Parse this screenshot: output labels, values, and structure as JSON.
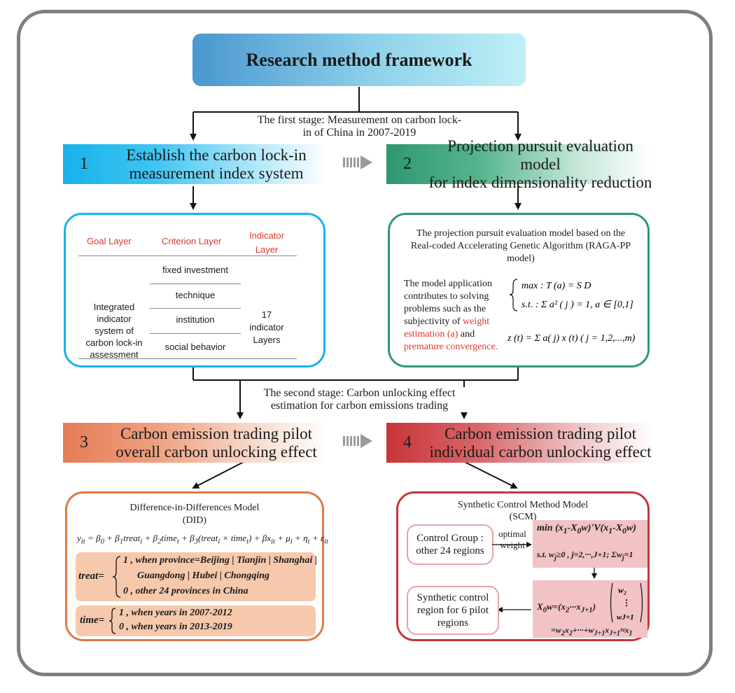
{
  "title": "Research method framework",
  "stage1": {
    "line1": "The first stage: Measurement on carbon lock-",
    "line2": "in of China in 2007-2019"
  },
  "stage2": {
    "line1": "The second stage: Carbon unlocking effect",
    "line2": "estimation for carbon emissions trading"
  },
  "steps": [
    {
      "num": "1",
      "line1": "Establish the carbon lock-in",
      "line2": "measurement index system"
    },
    {
      "num": "2",
      "line1": "Projection pursuit evaluation model",
      "line2": "for index dimensionality reduction"
    },
    {
      "num": "3",
      "line1": "Carbon emission trading pilot",
      "line2": "overall carbon unlocking effect"
    },
    {
      "num": "4",
      "line1": "Carbon emission trading pilot",
      "line2": "individual carbon unlocking effect"
    }
  ],
  "panel1": {
    "headers": {
      "goal": "Goal Layer",
      "criterion": "Criterion Layer",
      "indicator_l1": "Indicator",
      "indicator_l2": "Layer"
    },
    "goal_lines": [
      "Integrated",
      "indicator",
      "system of",
      "carbon lock-in",
      "assessment"
    ],
    "criteria": [
      "fixed investment",
      "technique",
      "institution",
      "social behavior"
    ],
    "indicator_lines": [
      "17",
      "indicator",
      "Layers"
    ]
  },
  "panel2": {
    "title_l1": "The projection pursuit evaluation model based on the",
    "title_l2": "Real-coded Accelerating Genetic Algorithm (RAGA-PP",
    "title_l3": "model)",
    "desc_l1": "The model application",
    "desc_l2": "contributes to solving",
    "desc_l3": "problems such as the",
    "desc_l4": "subjectivity of",
    "desc_red1": "weight",
    "desc_red2": "estimation (a)",
    "desc_l5": "and",
    "desc_red3": "premature convergence."
  },
  "panel3": {
    "title_l1": "Difference-in-Differences Model",
    "title_l2": "(DID)",
    "treat_label": "treat=",
    "treat_case1_l1": "1 , when province=Beijing | Tianjin | Shanghai |",
    "treat_case1_l2": "Guangdong | Hubei | Chongqing",
    "treat_case2": "0 , other 24 provinces in China",
    "time_label": "time=",
    "time_case1": "1 , when years in 2007-2012",
    "time_case2": "0 , when years in 2013-2019"
  },
  "panel4": {
    "title_l1": "Synthetic Control Method Model",
    "title_l2": "(SCM)",
    "control_l1": "Control Group :",
    "control_l2": "other 24 regions",
    "weight_l1": "optimal",
    "weight_l2": "weight",
    "synthetic_l1": "Synthetic control",
    "synthetic_l2": "region for 6 pilot",
    "synthetic_l3": "regions"
  }
}
